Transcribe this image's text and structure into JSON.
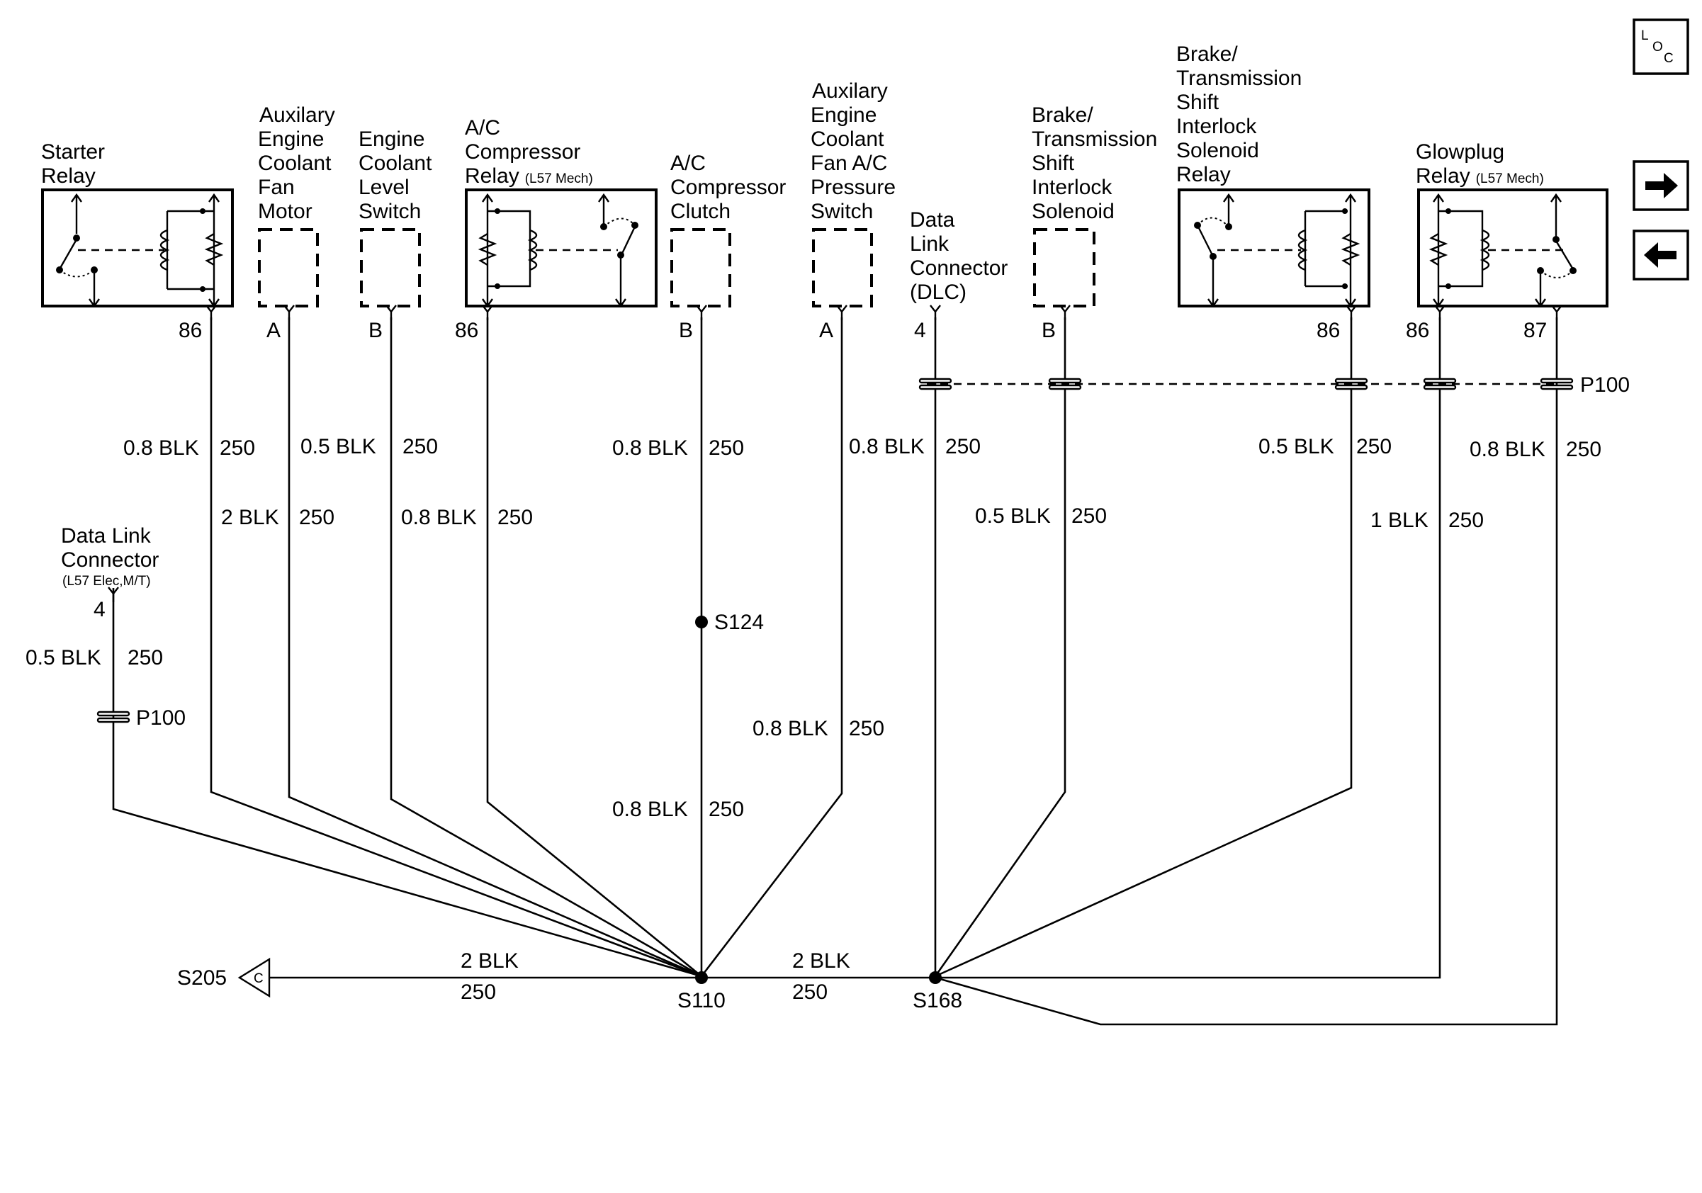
{
  "components": {
    "starter_relay": {
      "name_lines": [
        "Starter",
        "Relay"
      ],
      "pin": "86"
    },
    "aux_fan_motor": {
      "name_lines": [
        "Auxilary",
        "Engine",
        "Coolant",
        "Fan",
        "Motor"
      ],
      "pin": "A"
    },
    "coolant_level_switch": {
      "name_lines": [
        "Engine",
        "Coolant",
        "Level",
        "Switch"
      ],
      "pin": "B"
    },
    "ac_compressor_relay": {
      "name_lines": [
        "A/C",
        "Compressor"
      ],
      "name_last": "Relay",
      "note": "(L57 Mech)",
      "pin": "86"
    },
    "ac_compressor_clutch": {
      "name_lines": [
        "A/C",
        "Compressor",
        "Clutch"
      ],
      "pin": "B"
    },
    "aux_fan_pressure_switch": {
      "name_lines": [
        "Auxilary",
        "Engine",
        "Coolant",
        "Fan A/C",
        "Pressure",
        "Switch"
      ],
      "pin": "A"
    },
    "dlc": {
      "name_lines": [
        "Data",
        "Link",
        "Connector",
        "(DLC)"
      ],
      "pin": "4"
    },
    "shift_interlock_solenoid": {
      "name_lines": [
        "Brake/",
        "Transmission",
        "Shift",
        "Interlock",
        "Solenoid"
      ],
      "pin": "B"
    },
    "shift_interlock_relay": {
      "name_lines": [
        "Brake/",
        "Transmission",
        "Shift",
        "Interlock",
        "Solenoid",
        "Relay"
      ],
      "pin": "86"
    },
    "glowplug_relay": {
      "name_lines": [
        "Glowplug"
      ],
      "name_last": "Relay",
      "note": "(L57 Mech)",
      "pin_86": "86",
      "pin_87": "87"
    },
    "dlc_elec": {
      "name_lines": [
        "Data Link",
        "Connector"
      ],
      "note": "(L57 Elec,M/T)",
      "pin": "4"
    }
  },
  "wires": {
    "starter_relay": {
      "top_gauge": "0.8 BLK",
      "top_circuit": "250",
      "bottom_gauge": "2 BLK",
      "bottom_circuit": "250"
    },
    "aux_fan_motor": {
      "gauge": "0.5 BLK",
      "circuit": "250"
    },
    "coolant_level_switch": {
      "gauge": "0.8 BLK",
      "circuit": "250"
    },
    "ac_compressor_clutch": {
      "top_gauge": "0.8 BLK",
      "top_circuit": "250",
      "bottom_gauge": "0.8 BLK",
      "bottom_circuit": "250"
    },
    "aux_fan_pressure_switch": {
      "top_gauge": "0.8 BLK",
      "top_circuit": "250",
      "bottom_gauge": "0.8 BLK",
      "bottom_circuit": "250"
    },
    "shift_interlock_solenoid": {
      "gauge": "0.5 BLK",
      "circuit": "250"
    },
    "shift_interlock_relay": {
      "gauge": "0.5 BLK",
      "circuit": "250"
    },
    "glowplug_86": {
      "gauge": "1 BLK",
      "circuit": "250"
    },
    "glowplug_87": {
      "gauge": "0.8 BLK",
      "circuit": "250"
    },
    "dlc_elec": {
      "gauge": "0.5 BLK",
      "circuit": "250"
    },
    "s205_s110": {
      "gauge": "2 BLK",
      "circuit": "250"
    },
    "s110_s168": {
      "gauge": "2 BLK",
      "circuit": "250"
    }
  },
  "splices": {
    "s124": "S124",
    "s110": "S110",
    "s168": "S168"
  },
  "connectors": {
    "p100": "P100",
    "p100_left": "P100"
  },
  "ground_ref": {
    "label": "S205",
    "letter": "C"
  },
  "loc_icon": {
    "big": "L",
    "o": "O",
    "c": "C"
  },
  "nav": {
    "forward_icon": "arrow-right-icon",
    "back_icon": "arrow-left-icon"
  }
}
